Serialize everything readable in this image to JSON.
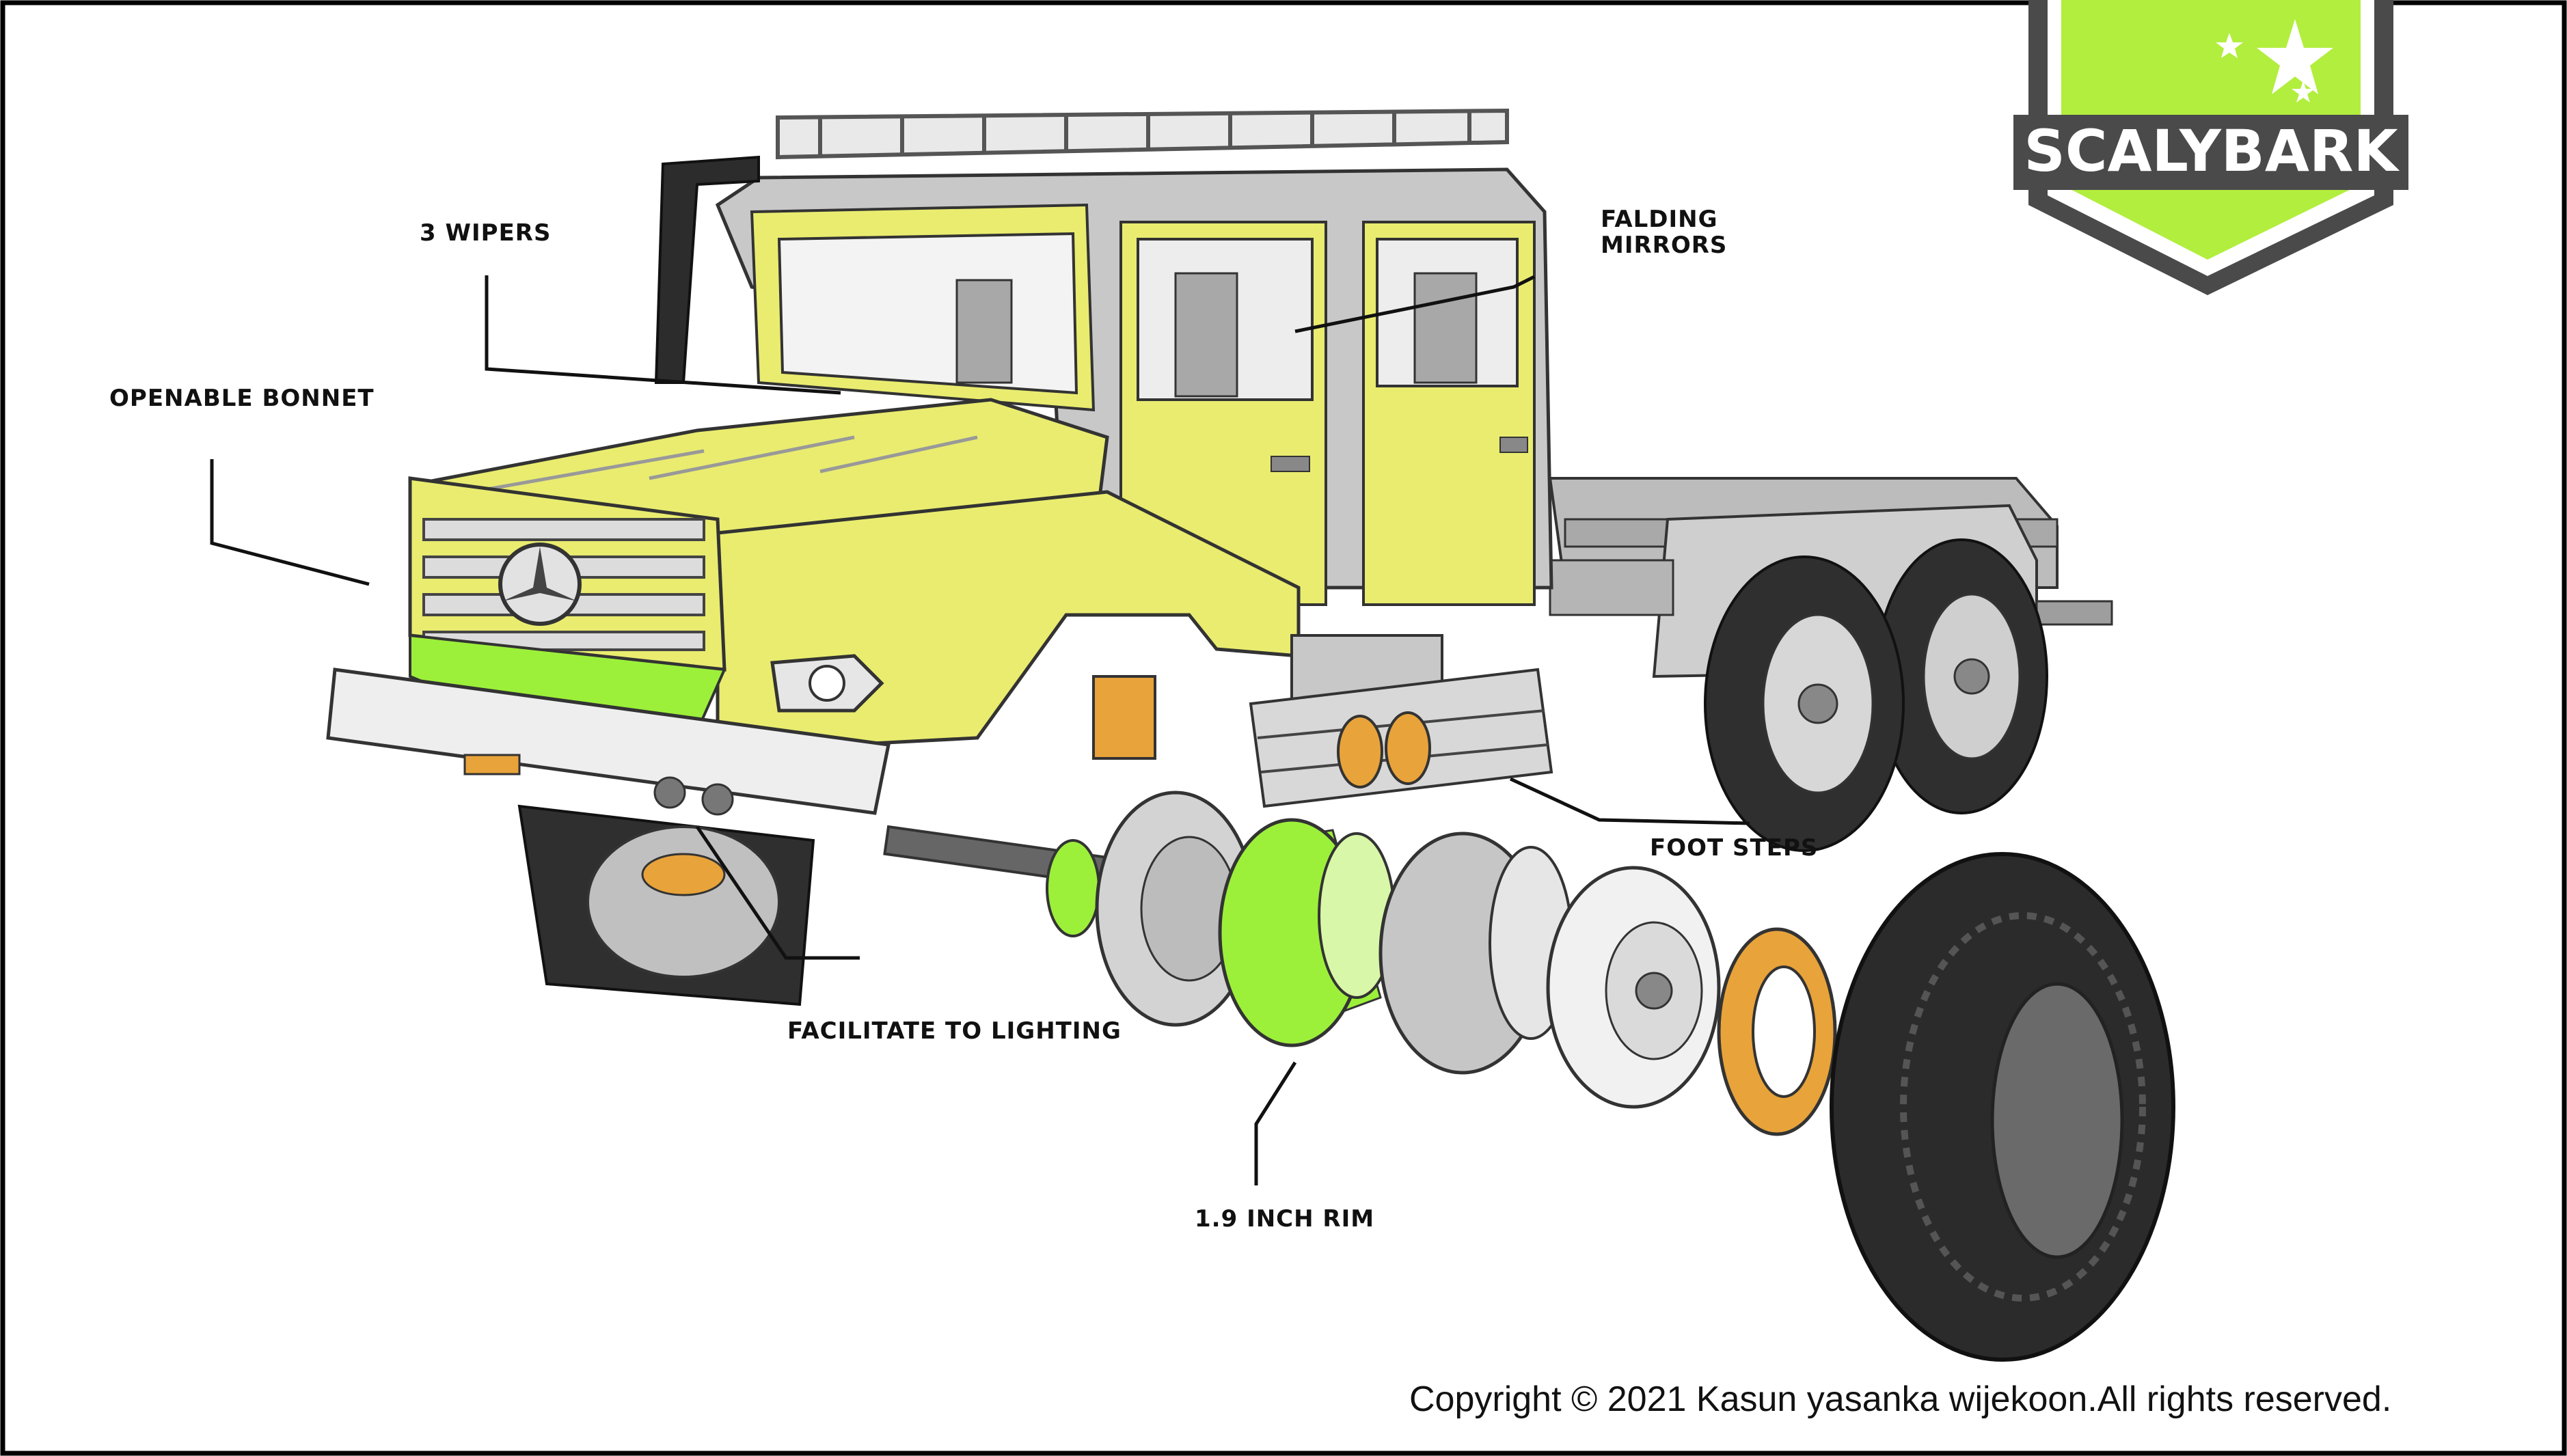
{
  "logo": {
    "text": "SCALYBARK"
  },
  "callouts": {
    "wipers": "3 WIPERS",
    "bonnet": "OPENABLE BONNET",
    "mirrors_line1": "FALDING",
    "mirrors_line2": "MIRRORS",
    "foot_steps": "FOOT STEPS",
    "lighting": "FACILITATE TO  LIGHTING",
    "rim": "1.9 INCH RIM"
  },
  "copyright": "Copyright © 2021 Kasun yasanka wijekoon.All rights reserved.",
  "colors": {
    "body_yellow": "#e9ec6f",
    "accent_green": "#9cf03a",
    "part_orange": "#e8a33a",
    "part_gray": "#bdbdbd",
    "tire_black": "#2b2b2b",
    "logo_gray": "#4a4a4a",
    "logo_green": "#b2ee3e"
  }
}
